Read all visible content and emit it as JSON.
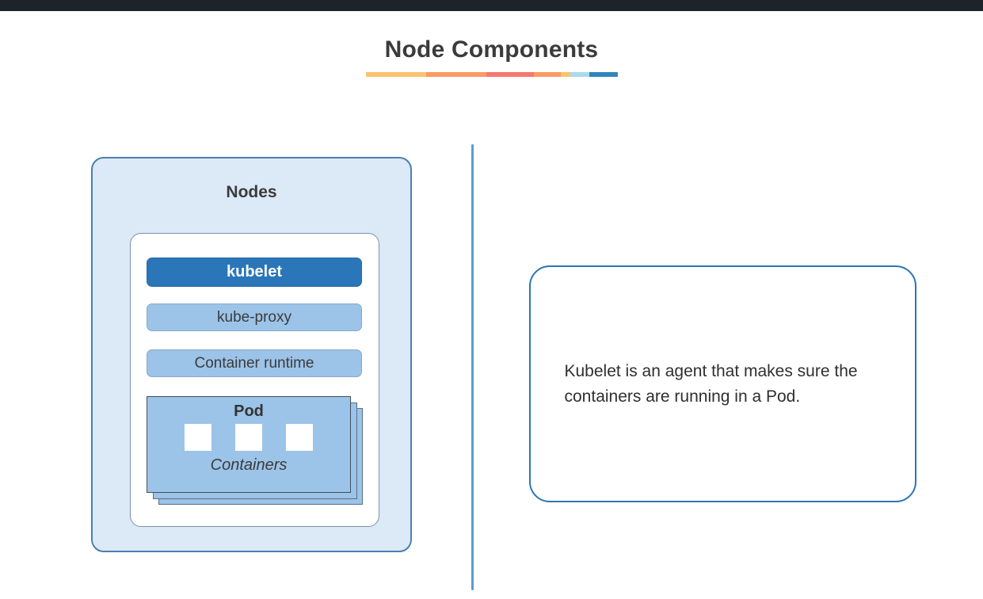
{
  "topbar": {
    "color": "#1d2328"
  },
  "header": {
    "title": "Node Components",
    "rule_segments": [
      {
        "color": "#fbc370",
        "width": 76
      },
      {
        "color": "#f89c63",
        "width": 76
      },
      {
        "color": "#f4796e",
        "width": 60
      },
      {
        "color": "#f89c63",
        "width": 34
      },
      {
        "color": "#fbc370",
        "width": 12
      },
      {
        "color": "#a9daee",
        "width": 24
      },
      {
        "color": "#2e86bd",
        "width": 36
      }
    ]
  },
  "divider": {
    "color": "#5b9bd5"
  },
  "nodes_panel": {
    "title": "Nodes",
    "fill": "#dce9f7",
    "border": "#4a81ad",
    "components": [
      {
        "label": "kubelet",
        "highlighted": true,
        "fill": "#2a76b8",
        "text_color": "#ffffff"
      },
      {
        "label": "kube-proxy",
        "highlighted": false,
        "fill": "#9cc3e8",
        "text_color": "#3b3b3b"
      },
      {
        "label": "Container runtime",
        "highlighted": false,
        "fill": "#9cc3e8",
        "text_color": "#3b3b3b"
      }
    ],
    "pod": {
      "label": "Pod",
      "containers_label": "Containers",
      "container_count": 3,
      "fill": "#9cc3e8",
      "stack_layers": 3
    }
  },
  "callout": {
    "text": "Kubelet is an agent that makes sure the containers are running in a Pod.",
    "border": "#2e75b6"
  }
}
